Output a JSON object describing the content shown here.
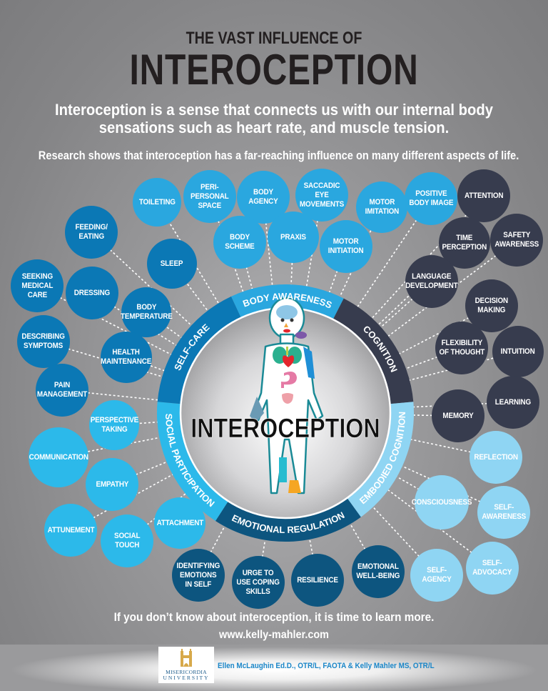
{
  "header": {
    "title_small": "THE VAST INFLUENCE OF",
    "title_large": "INTEROCEPTION",
    "subtitle": "Interoception is a sense that connects us with our internal body sensations such as heart rate, and muscle tension.",
    "research": "Research shows that interoception has a far-reaching influence on many different aspects of life."
  },
  "center": {
    "label": "INTEROCEPTION"
  },
  "colors": {
    "body_awareness": "#2aa7df",
    "self_care": "#0b78b5",
    "social_participation": "#2cb9ea",
    "emotional_regulation": "#0d557f",
    "embodied_cognition": "#8fd5f3",
    "cognition": "#373c4e"
  },
  "groups": [
    {
      "label": "BODY AWARENESS",
      "items": [
        "TOILETING",
        "PERI-\nPERSONAL\nSPACE",
        "BODY\nAGENCY",
        "SACCADIC EYE\nMOVEMENTS",
        "MOTOR\nIMITATION",
        "POSITIVE\nBODY IMAGE",
        "BODY\nSCHEME",
        "PRAXIS",
        "MOTOR\nINITIATION"
      ]
    },
    {
      "label": "COGNITION",
      "items": [
        "ATTENTION",
        "TIME\nPERCEPTION",
        "SAFETY\nAWARENESS",
        "LANGUAGE\nDEVELOPMENT",
        "DECISION\nMAKING",
        "FLEXIBILITY\nOF THOUGHT",
        "INTUITION",
        "LEARNING",
        "MEMORY"
      ]
    },
    {
      "label": "EMBODIED COGNITION",
      "items": [
        "REFLECTION",
        "CONSCIOUSNESS",
        "SELF-\nAWARENESS",
        "SELF-\nADVOCACY",
        "SELF-AGENCY"
      ]
    },
    {
      "label": "EMOTIONAL REGULATION",
      "items": [
        "IDENTIFYING\nEMOTIONS\nIN SELF",
        "URGE TO\nUSE COPING\nSKILLS",
        "RESILIENCE",
        "EMOTIONAL\nWELL-BEING"
      ]
    },
    {
      "label": "SOCIAL PARTICIPATION",
      "items": [
        "PERSPECTIVE\nTAKING",
        "COMMUNICATION",
        "EMPATHY",
        "ATTUNEMENT",
        "ATTACHMENT",
        "SOCIAL\nTOUCH"
      ]
    },
    {
      "label": "SELF-CARE",
      "items": [
        "FEEDING/\nEATING",
        "SLEEP",
        "SEEKING\nMEDICAL\nCARE",
        "DRESSING",
        "BODY\nTEMPERATURE",
        "DESCRIBING\nSYMPTOMS",
        "HEALTH\nMAINTENANCE",
        "PAIN\nMANAGEMENT"
      ]
    }
  ],
  "footer": {
    "cta": "If you don’t know about interoception, it is time to learn more.",
    "url": "www.kelly-mahler.com",
    "logo_text": "MISERICORDIA\nUNIVERSITY",
    "authors": "Ellen McLaughin Ed.D., OTR/L, FAOTA & Kelly Mahler MS, OTR/L"
  }
}
